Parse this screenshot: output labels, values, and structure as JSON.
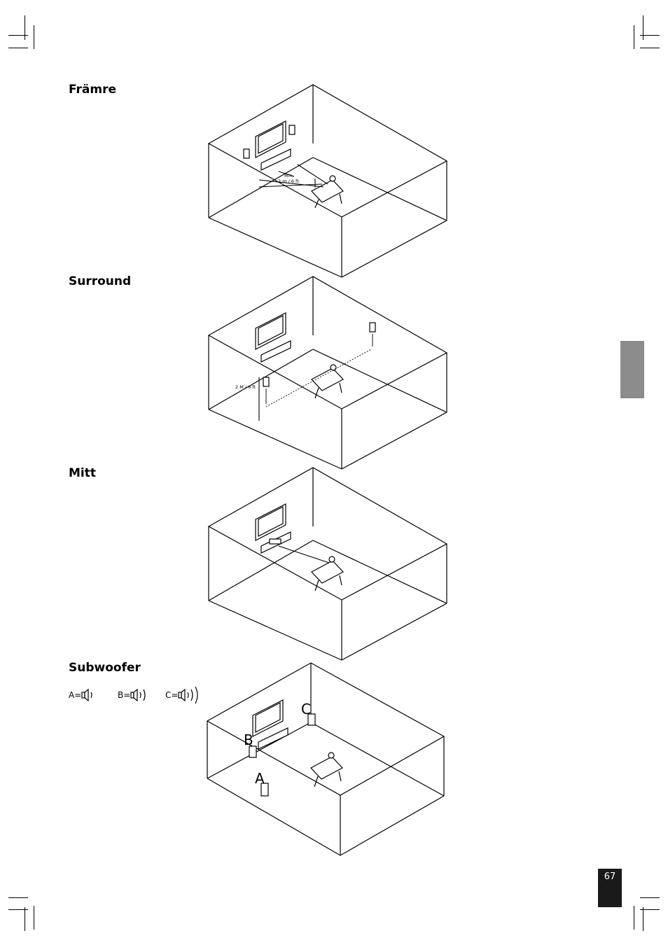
{
  "sections": {
    "front": {
      "title": "Främre",
      "distance_label_1": "Min.",
      "distance_label_2": "2 m / 6 ft"
    },
    "surround": {
      "title": "Surround",
      "height_label": "2 M / 6 ft"
    },
    "center": {
      "title": "Mitt"
    },
    "subwoofer": {
      "title": "Subwoofer",
      "legend": [
        {
          "label": "A=",
          "waves": 1
        },
        {
          "label": "B=",
          "waves": 2
        },
        {
          "label": "C=",
          "waves": 3
        }
      ],
      "position_labels": {
        "a": "A",
        "b": "B",
        "c": "C"
      }
    }
  },
  "page_number": "67",
  "colors": {
    "tab": "#8c8c8c",
    "page_box": "#1a1a1a",
    "line": "#000000"
  },
  "icons": [
    "speaker-icon",
    "sound-wave-icon"
  ]
}
